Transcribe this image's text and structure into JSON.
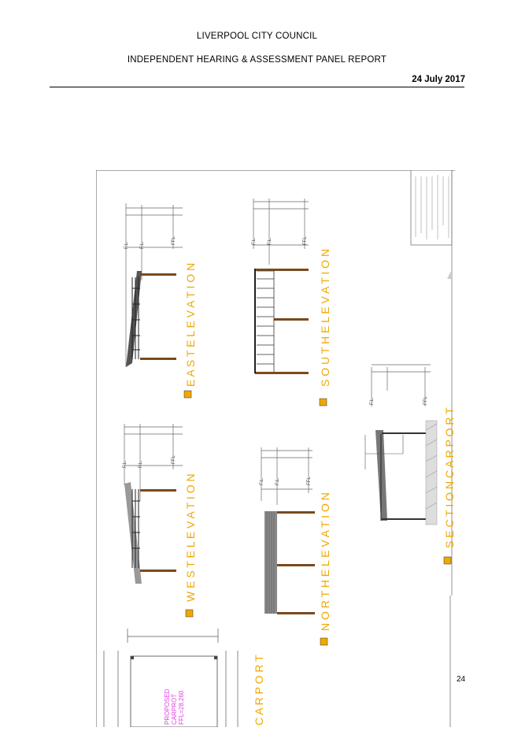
{
  "header": {
    "organisation": "LIVERPOOL CITY COUNCIL",
    "report_title": "INDEPENDENT HEARING & ASSESSMENT PANEL REPORT",
    "date": "24 July 2017"
  },
  "drawing": {
    "east_title": "E A S T   E L E V A T I O N",
    "south_title": "S O U T H   E L E V A T I O N",
    "west_title": "W E S T   E L E V A T I O N",
    "north_title": "N O R T H   E L E V A T I O N",
    "section_title": "S E C T I O N   C A R P O R T",
    "plan_title": "C A R P O R T",
    "carport_line1": "PROPOSED",
    "carport_line2": "CARPROT",
    "carport_line3": "FFL=28.260",
    "level_ffl": "FFL",
    "level_fl": "F.L.",
    "accent_color": "#f0a800",
    "timber_color": "#7a4a1e",
    "carport_text_color": "#e040e0"
  },
  "page_number": "24"
}
